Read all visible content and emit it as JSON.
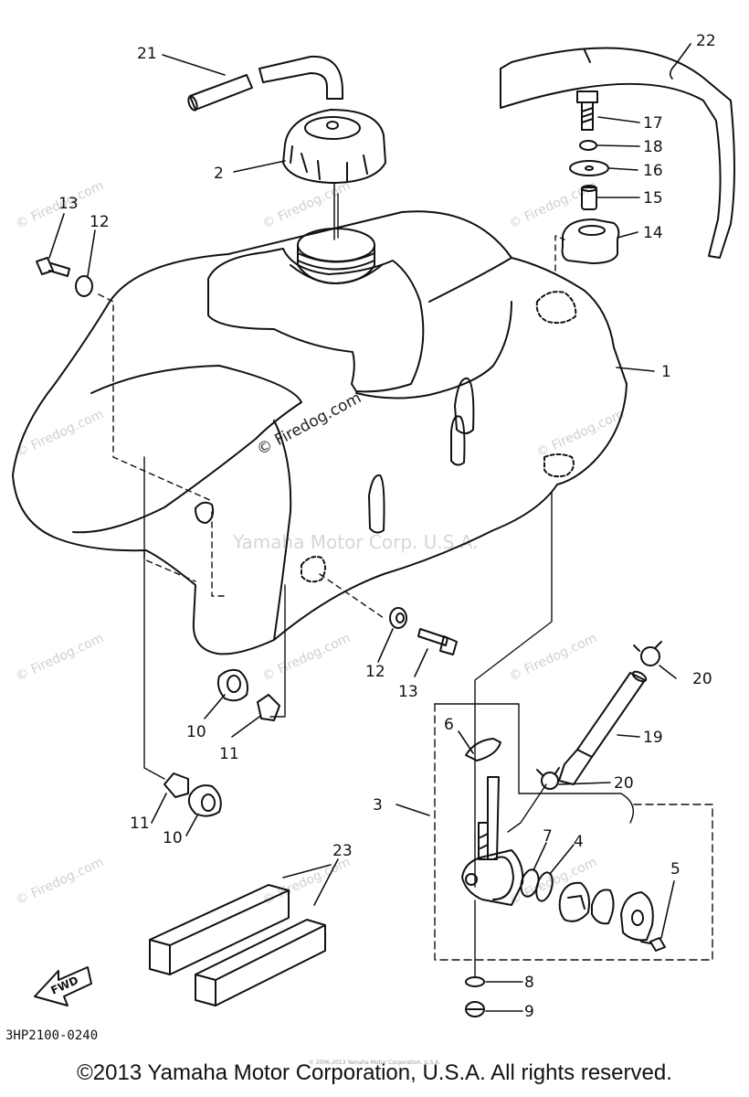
{
  "labels": {
    "l1": "1",
    "l2": "2",
    "l3": "3",
    "l4": "4",
    "l5": "5",
    "l6": "6",
    "l7": "7",
    "l8": "8",
    "l9": "9",
    "l10a": "10",
    "l10b": "10",
    "l11a": "11",
    "l11b": "11",
    "l12a": "12",
    "l12b": "12",
    "l13a": "13",
    "l13b": "13",
    "l14": "14",
    "l15": "15",
    "l16": "16",
    "l17": "17",
    "l18": "18",
    "l19": "19",
    "l20a": "20",
    "l20b": "20",
    "l21": "21",
    "l22": "22",
    "l23": "23"
  },
  "fwd_label": "FWD",
  "drawing_code": "3HP2100-0240",
  "footer": "©2013 Yamaha Motor Corporation, U.S.A. All rights reserved.",
  "tiny_copyright": "© 2006-2013 Yamaha Motor Corporation, U.S.A.",
  "watermarks": {
    "site": "© Firedog.com",
    "center": "© Firedog.com",
    "yamaha": "Yamaha Motor Corp. U.S.A."
  },
  "icons": [
    "fwd-arrow-icon"
  ]
}
